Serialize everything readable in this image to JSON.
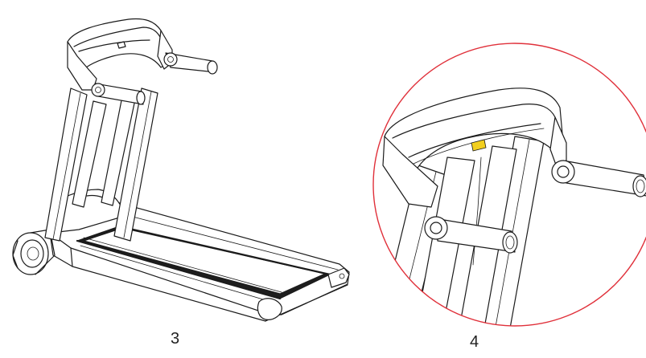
{
  "figures": [
    {
      "label": "3"
    },
    {
      "label": "4"
    }
  ],
  "colors": {
    "line": "#1b1b1b",
    "callout_circle": "#e0303a",
    "tag": "#f2cf1f"
  },
  "icons": {
    "left": "treadmill-drawing",
    "right": "console-detail-drawing"
  }
}
